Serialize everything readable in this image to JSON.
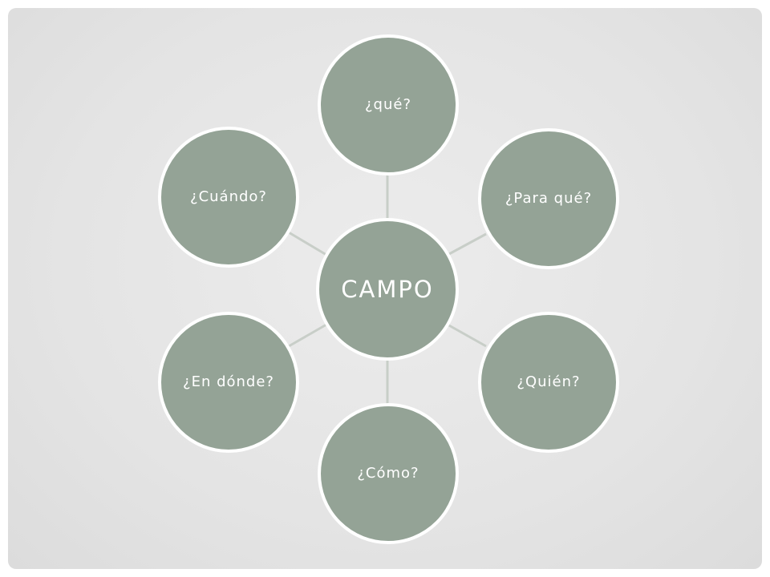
{
  "diagram": {
    "center": "CAMPO",
    "nodes": [
      "¿qué?",
      "¿Para qué?",
      "¿Quién?",
      "¿Cómo?",
      "¿En dónde?",
      "¿Cuándo?"
    ]
  },
  "colors": {
    "node_fill": "#94a396",
    "node_border": "#ffffff",
    "connector": "#c8cec8",
    "background": "#e6e6e6"
  }
}
